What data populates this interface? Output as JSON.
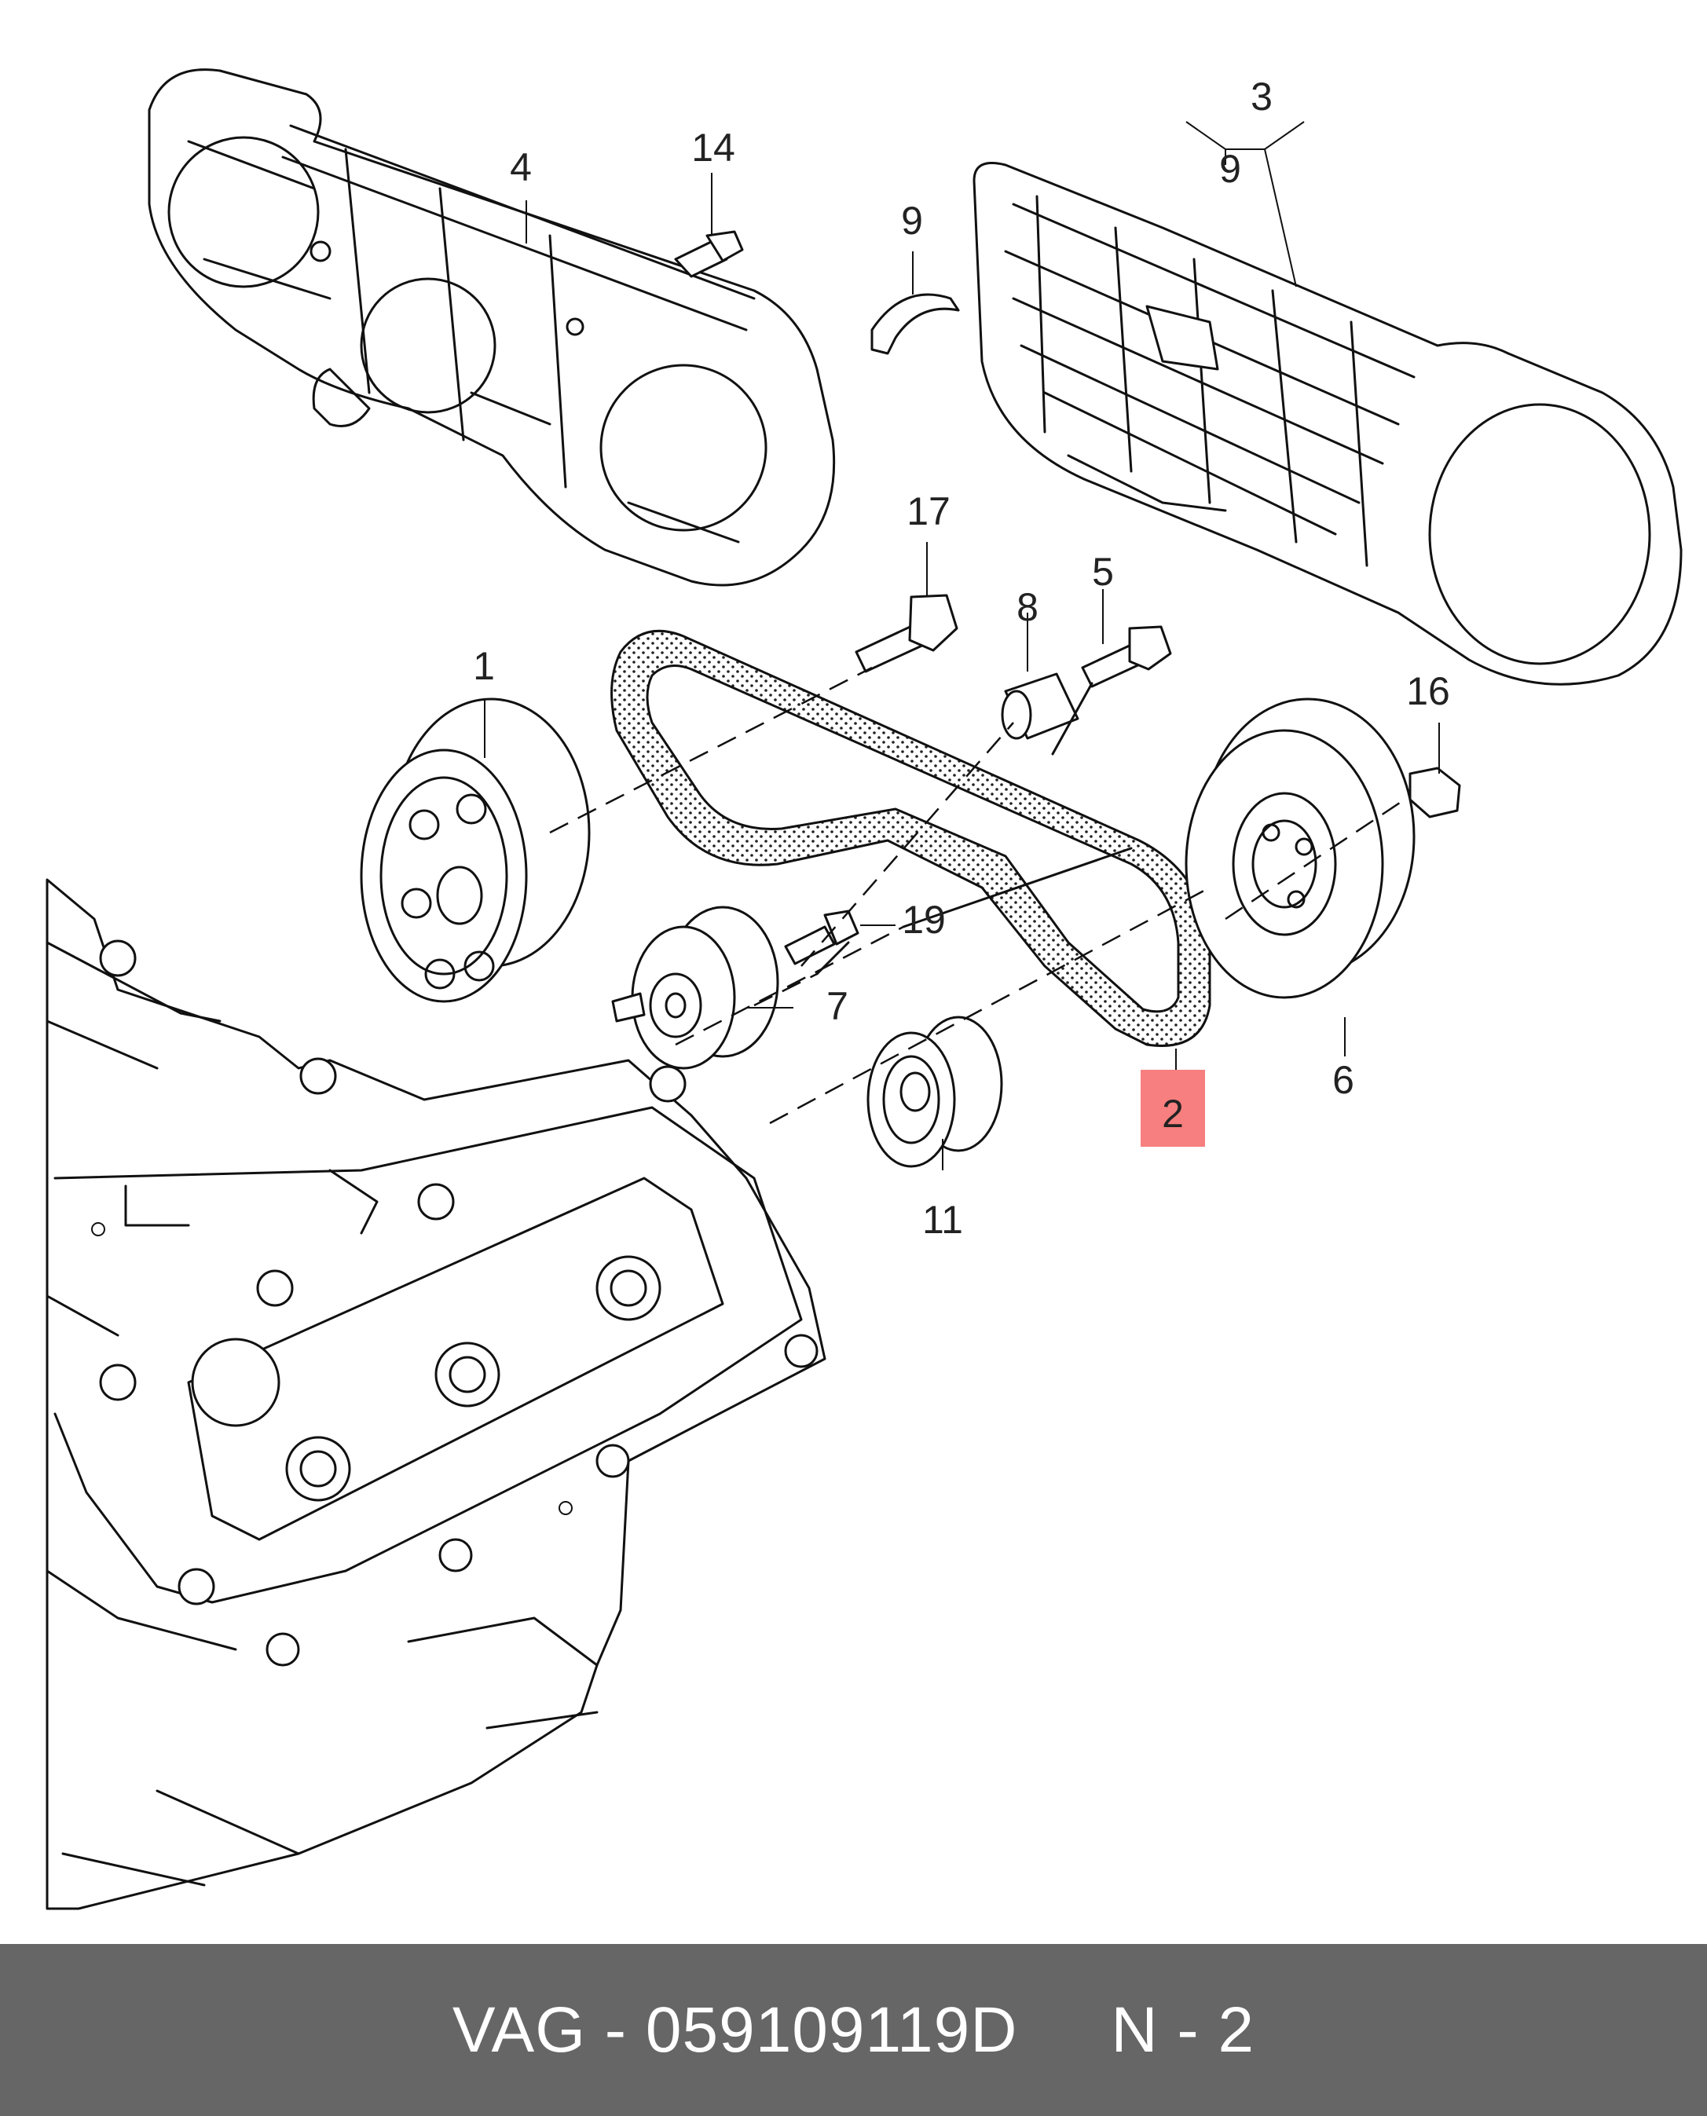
{
  "callouts": [
    {
      "id": "c1",
      "text": "1"
    },
    {
      "id": "c2",
      "text": "2",
      "highlight": true
    },
    {
      "id": "c3",
      "text": "3"
    },
    {
      "id": "c4",
      "text": "4"
    },
    {
      "id": "c5",
      "text": "5"
    },
    {
      "id": "c6",
      "text": "6"
    },
    {
      "id": "c7",
      "text": "7"
    },
    {
      "id": "c8",
      "text": "8"
    },
    {
      "id": "c9a",
      "text": "9"
    },
    {
      "id": "c9b",
      "text": "9"
    },
    {
      "id": "c11",
      "text": "11"
    },
    {
      "id": "c14",
      "text": "14"
    },
    {
      "id": "c16",
      "text": "16"
    },
    {
      "id": "c17",
      "text": "17"
    },
    {
      "id": "c19",
      "text": "19"
    }
  ],
  "footer": {
    "brand": "VAG",
    "part_number": "059109119D",
    "position": "N - 2",
    "full_text": "VAG - 059109119D     N - 2"
  },
  "colors": {
    "footer_bg": "#666666",
    "highlight": "#f77f7f",
    "line": "#111111"
  }
}
